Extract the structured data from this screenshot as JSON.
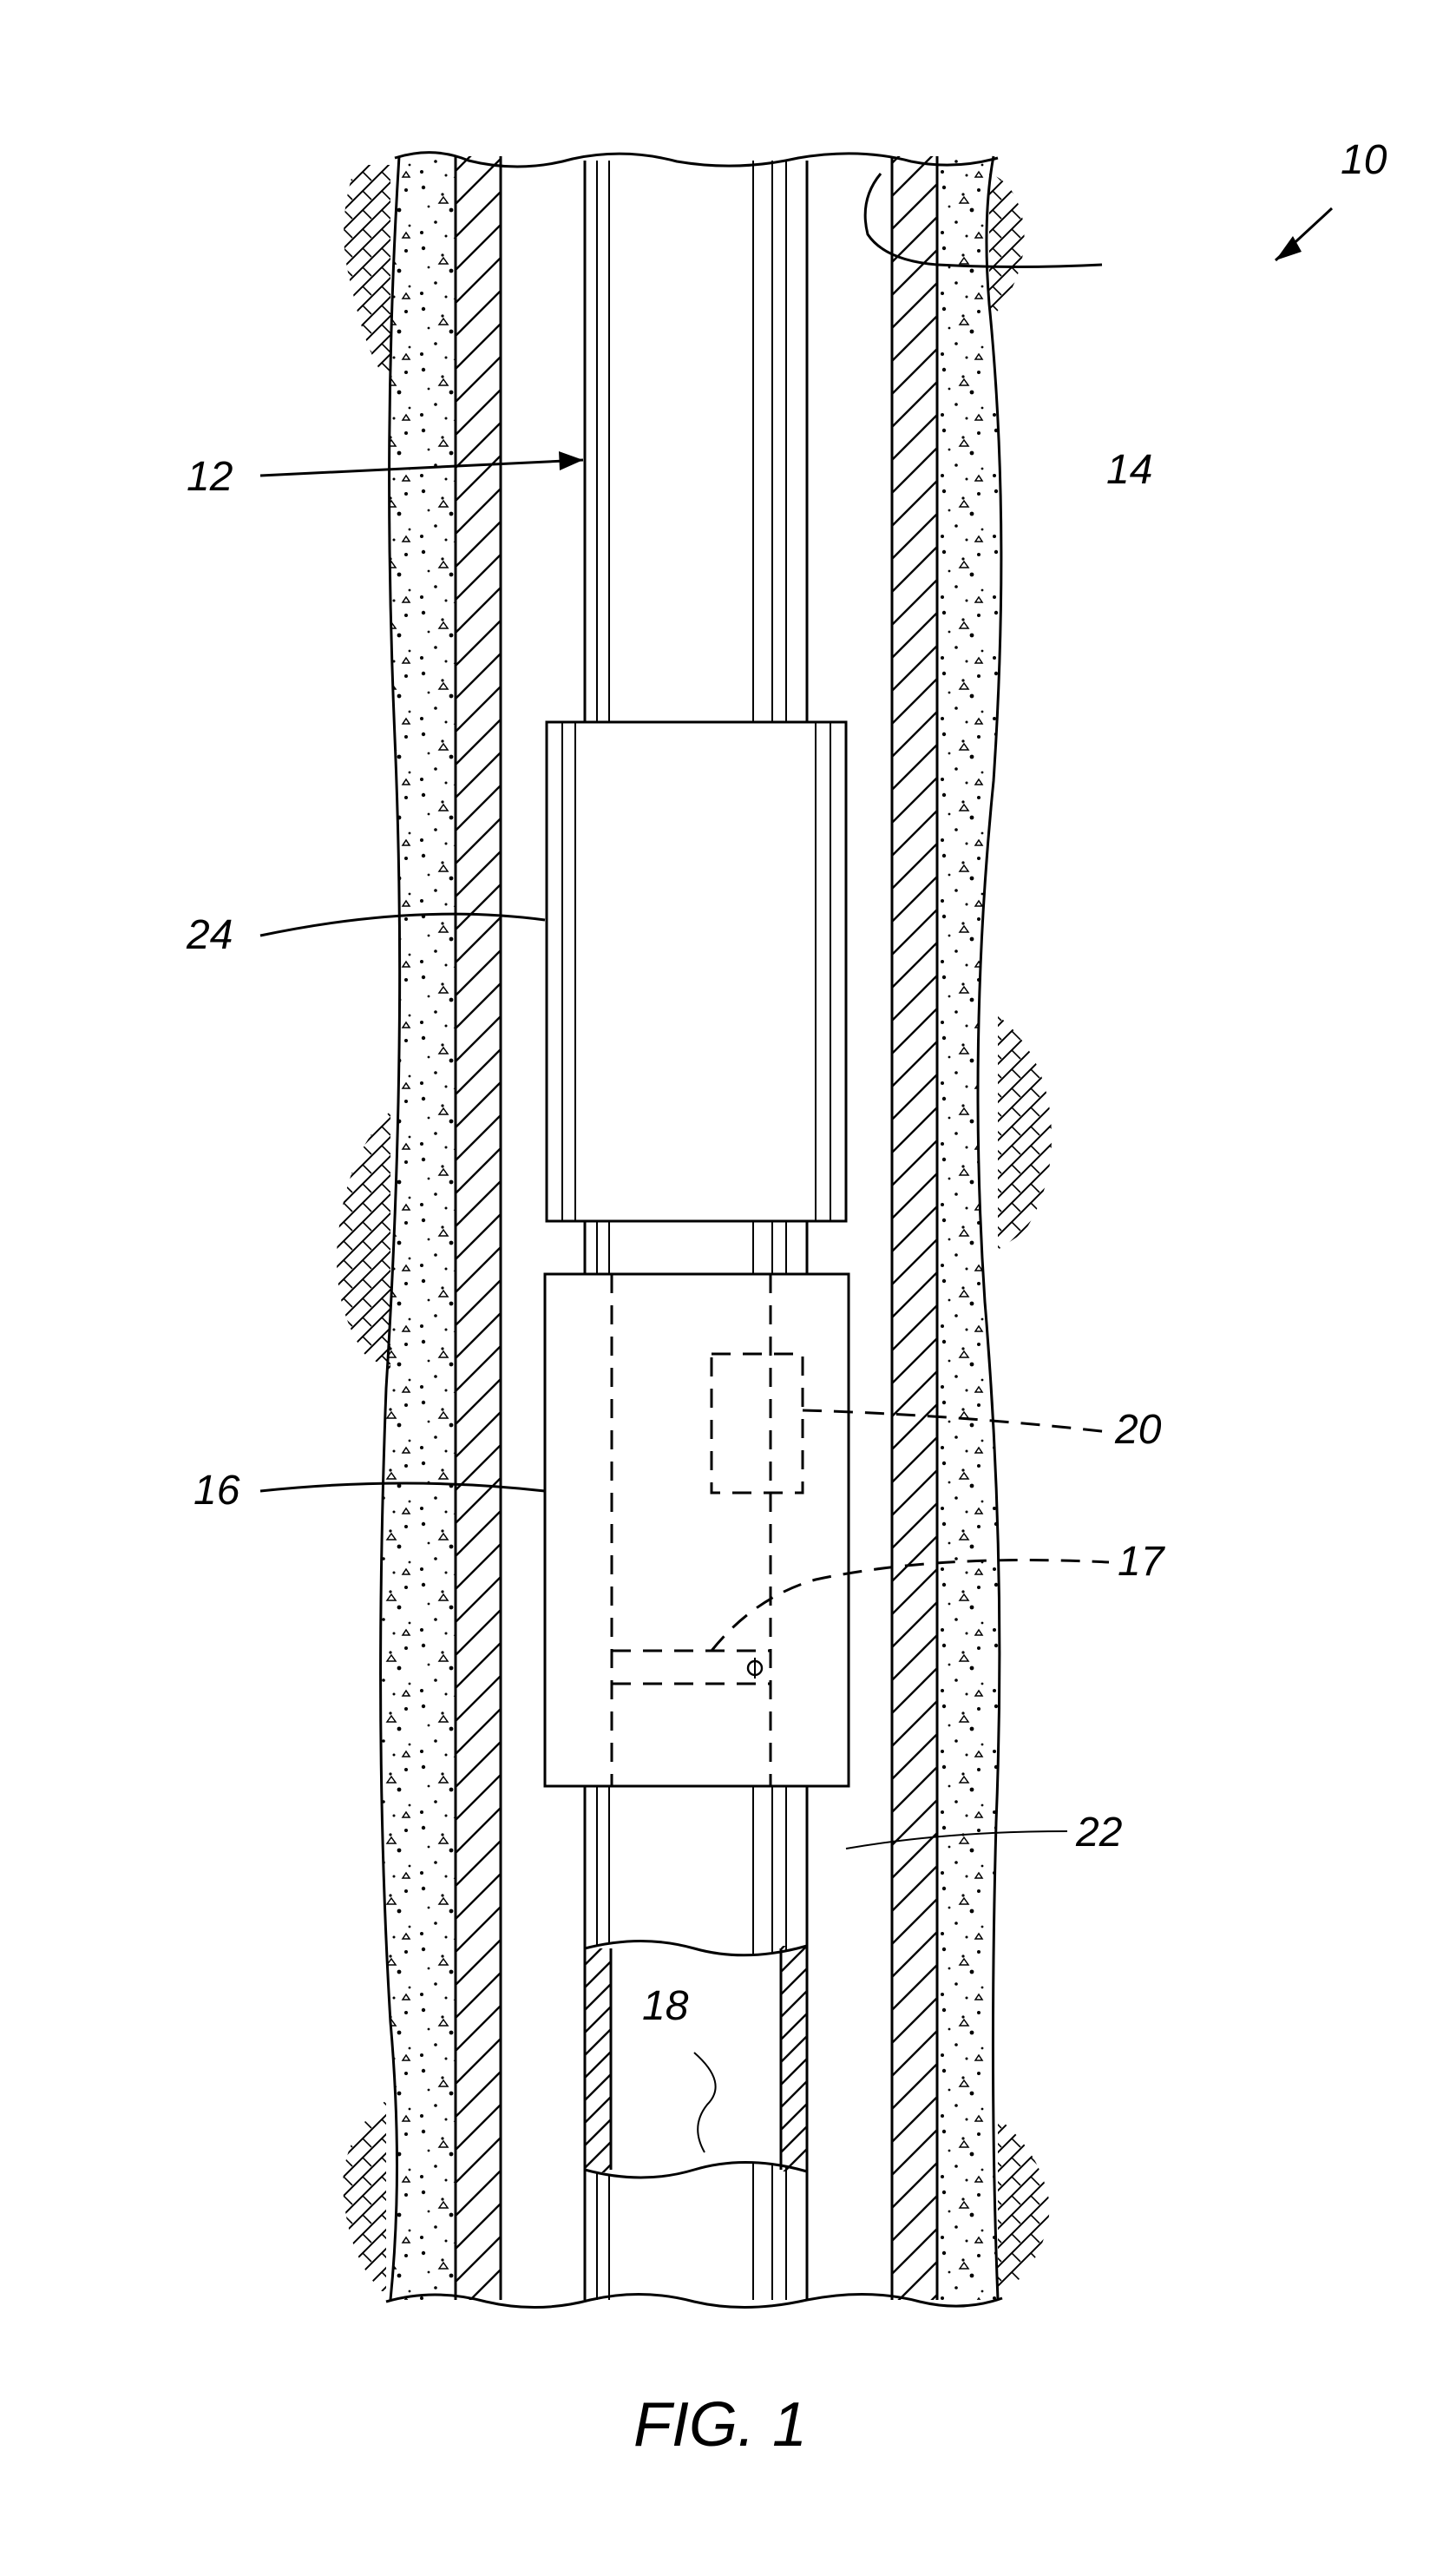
{
  "figure": {
    "caption": "FIG. 1",
    "labels": {
      "l10": "10",
      "l12": "12",
      "l14": "14",
      "l16": "16",
      "l17": "17",
      "l18": "18",
      "l20": "20",
      "l22": "22",
      "l24": "24"
    }
  }
}
